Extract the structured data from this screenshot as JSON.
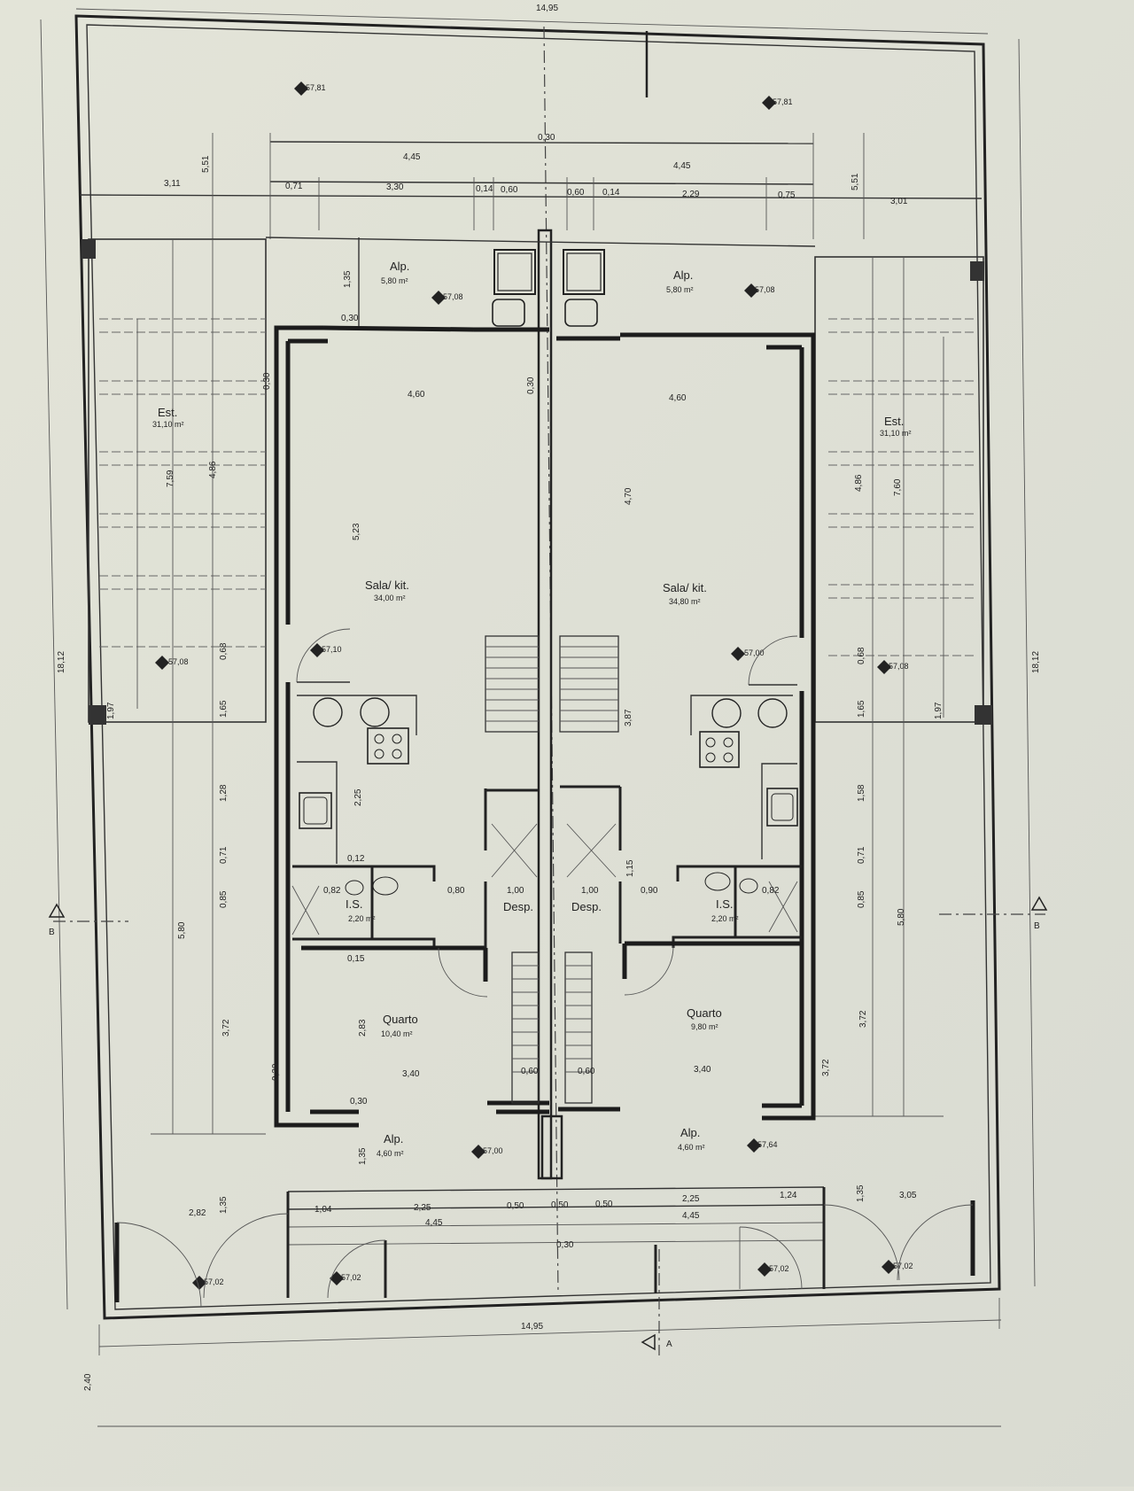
{
  "plan": {
    "rooms": {
      "sala_left": {
        "name": "Sala/ kit.",
        "area": "34,00 m²"
      },
      "sala_right": {
        "name": "Sala/ kit.",
        "area": "34,80 m²"
      },
      "quarto_left": {
        "name": "Quarto",
        "area": "10,40 m²"
      },
      "quarto_right": {
        "name": "Quarto",
        "area": "9,80 m²"
      },
      "ws_left": {
        "name": "I.S.",
        "area": "2,20 m²"
      },
      "ws_right": {
        "name": "I.S.",
        "area": "2,20 m²"
      },
      "desp_left": {
        "name": "Desp."
      },
      "desp_right": {
        "name": "Desp."
      },
      "alp_top_left": {
        "name": "Alp.",
        "area": "5,80 m²"
      },
      "alp_top_right": {
        "name": "Alp.",
        "area": "5,80 m²"
      },
      "alp_bot_left": {
        "name": "Alp.",
        "area": "4,60 m²"
      },
      "alp_bot_right": {
        "name": "Alp.",
        "area": "4,60 m²"
      },
      "est_left": {
        "name": "Est.",
        "area": "31,10 m²"
      },
      "est_right": {
        "name": "Est.",
        "area": "31,10 m²"
      }
    },
    "levels": {
      "top_left": "57,81",
      "top_right": "57,81",
      "alp_left": "57,08",
      "alp_right": "57,08",
      "sala_left": "57,10",
      "sala_right": "57,00",
      "est_left": "57,08",
      "est_right": "57,08",
      "alp_bot_left": "57,00",
      "alp_bot_right": "57,64",
      "gate_1": "57,02",
      "gate_2": "57,02",
      "gate_3": "57,02",
      "gate_4": "57,02"
    },
    "dims": {
      "top_total": "14,95",
      "bottom_total": "14,95",
      "side_left": "18,12",
      "side_right": "18,12",
      "half_left": "4,45",
      "half_right": "4,45",
      "front_left": "3,11",
      "front_right": "3,01",
      "setback_left": "5,51",
      "setback_right": "5,51",
      "t1": "0,71",
      "t2": "3,30",
      "t3": "0,14",
      "t4": "0,60",
      "t5": "0,60",
      "t6": "0,14",
      "t7": "2,29",
      "t8": "0,75",
      "center_1": "0,30",
      "alp_depth_left": "1,35",
      "alp_depth_right": "1,35",
      "wall_1": "0,30",
      "sala_w_left": "4,60",
      "sala_w_right": "4,60",
      "sala_d_left": "5,23",
      "sala_d_right": "4,70",
      "center_2": "0,30",
      "est_w_left": "7,59",
      "est_w_right": "7,60",
      "est_d_left": "4,86",
      "est_d_right": "4,86",
      "k_1": "2,25",
      "k_2": "3,87",
      "ws_1": "0,80",
      "ws_2": "1,00",
      "ws_3": "1,00",
      "ws_4": "0,90",
      "ws_5": "0,12",
      "ws_6": "0,15",
      "ws_7": "1,15",
      "ws_8": "0,82",
      "ws_9": "0,82",
      "side_1": "1,28",
      "side_2": "0,71",
      "side_3": "0,85",
      "side_4": "1,58",
      "side_5": "0,71",
      "side_6": "0,85",
      "q_w_left": "3,40",
      "q_w_right": "3,40",
      "q_d_left": "2,83",
      "q_d_right": "3,72",
      "q_1": "0,60",
      "q_2": "0,60",
      "q_3": "0,30",
      "q_4": "0,30",
      "rear_1": "3,72",
      "rear_2": "3,72",
      "rear_l": "5,80",
      "rear_r": "5,80",
      "r1": "0,68",
      "r2": "1,65",
      "r3": "0,68",
      "r4": "1,65",
      "r5": "1,97",
      "r6": "1,97",
      "b_1": "2,82",
      "b_2": "1,04",
      "b_3": "2,25",
      "b_4": "0,50",
      "b_5": "0,50",
      "b_6": "0,50",
      "b_7": "2,25",
      "b_8": "1,24",
      "b_9": "3,05",
      "b_10": "4,45",
      "b_11": "4,45",
      "b_12": "1,35",
      "b_13": "1,35",
      "b_14": "0,30",
      "b_15": "2,40",
      "bottom_margin": "2,40"
    },
    "section_marks": {
      "left": "B",
      "right": "B",
      "bottom": "A"
    }
  }
}
